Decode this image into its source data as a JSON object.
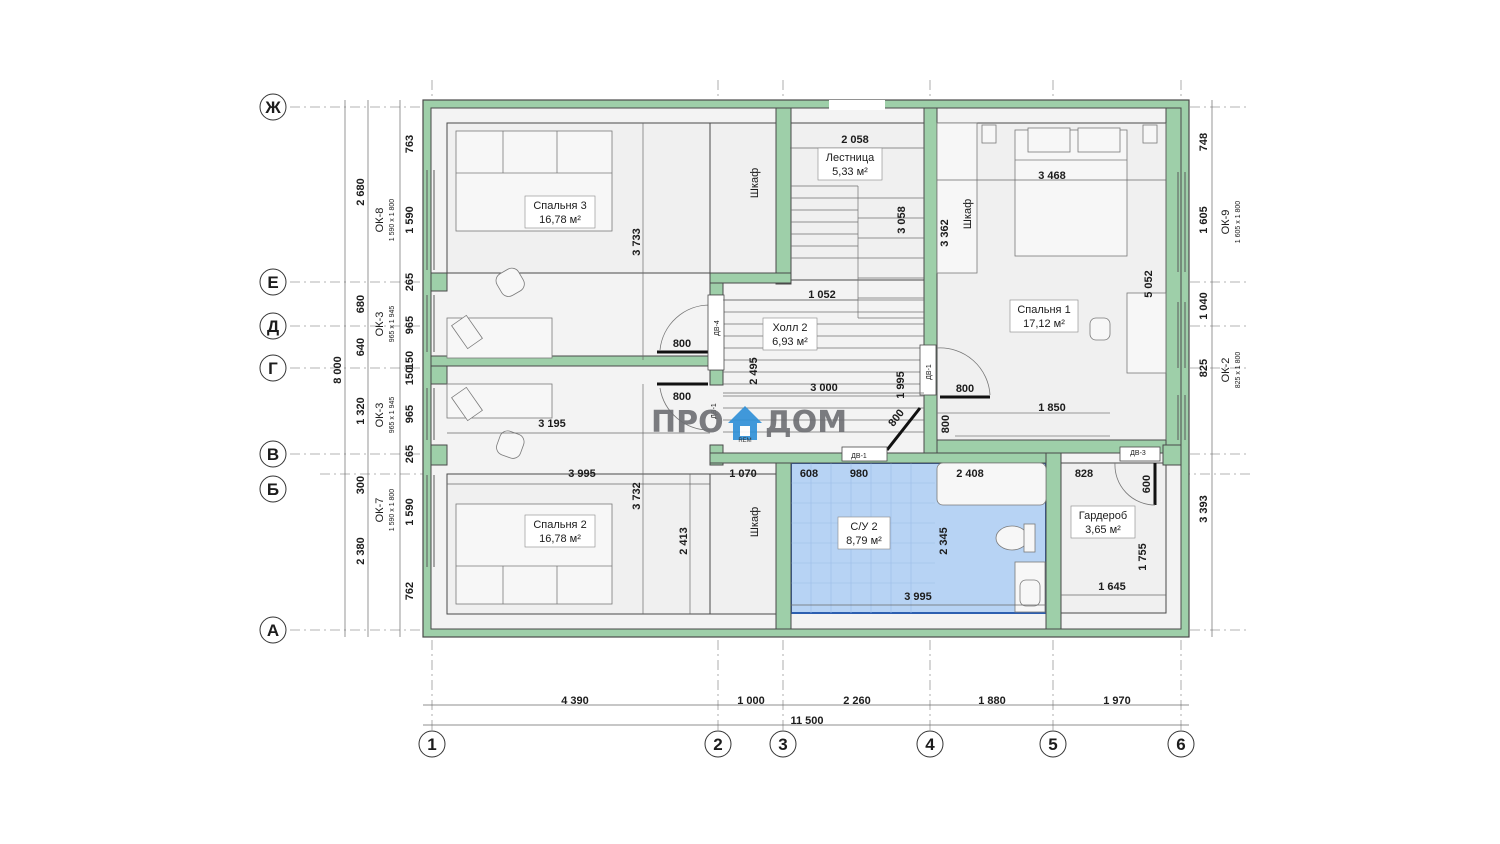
{
  "axes": {
    "rows": [
      "Ж",
      "Е",
      "Д",
      "Г",
      "В",
      "Б",
      "А"
    ],
    "cols": [
      "1",
      "2",
      "3",
      "4",
      "5",
      "6"
    ]
  },
  "rooms": {
    "bedroom3": {
      "name": "Спальня 3",
      "area": "16,78 м²"
    },
    "stairs": {
      "name": "Лестница",
      "area": "5,33 м²"
    },
    "hall2": {
      "name": "Холл 2",
      "area": "6,93 м²"
    },
    "bedroom1": {
      "name": "Спальня 1",
      "area": "17,12 м²"
    },
    "bedroom2": {
      "name": "Спальня 2",
      "area": "16,78 м²"
    },
    "bath2": {
      "name": "С/У 2",
      "area": "8,79 м²"
    },
    "wardrobe": {
      "name": "Гардероб",
      "area": "3,65 м²"
    },
    "closet": "Шкаф"
  },
  "doors": {
    "dv1": "ДВ-1",
    "dv3": "ДВ-3",
    "dv4": "ДВ-4"
  },
  "windows": {
    "ok8": {
      "name": "ОК-8",
      "size": "1 590 x 1 800"
    },
    "ok3": {
      "name": "ОК-3",
      "size": "965 x 1 945"
    },
    "ok7": {
      "name": "ОК-7",
      "size": "1 590 x 1 800"
    },
    "ok9": {
      "name": "ОК-9",
      "size": "1 605 x 1 800"
    },
    "ok2": {
      "name": "ОК-2",
      "size": "825 x 1 800"
    }
  },
  "dims": {
    "left_total": "8 000",
    "left_outer": [
      "2 680",
      "680",
      "640",
      "1 320",
      "300",
      "2 380"
    ],
    "left_inner": [
      "763",
      "1 590",
      "265",
      "965",
      "150",
      "150",
      "965",
      "265",
      "1 590",
      "762"
    ],
    "right_inner": [
      "748",
      "1 605",
      "1 040",
      "825",
      "3 393"
    ],
    "bottom_segments": [
      "4 390",
      "1 000",
      "2 260",
      "1 880",
      "1 970"
    ],
    "bottom_total": "11 500",
    "stairs_width": "2 058",
    "stairs_height": "3 058",
    "bedroom1_width": "3 468",
    "bedroom1_closet": "3 362",
    "bedroom1_height": "5 052",
    "bedroom3_height": "3 733",
    "hall_width": "1 052",
    "hall_height": "2 495",
    "hall_length": "3 000",
    "hall_right": "1 995",
    "bedroom3_width": "3 195",
    "bedroom2_width": "3 995",
    "bedroom2_height": "3 732",
    "bedroom2_closet": "2 413",
    "closet_width": "1 070",
    "bath_a": "608",
    "bath_b": "980",
    "bath_c": "2 408",
    "bath_width": "3 995",
    "bath_height": "2 345",
    "wardrobe_a": "828",
    "wardrobe_b": "1 645",
    "wardrobe_c": "1 755",
    "bed1_b": "1 850",
    "door800": "800",
    "door600": "600"
  },
  "watermark": {
    "left": "ПРО",
    "right": "ДОМ",
    "sub": "REM"
  },
  "colors": {
    "wall": "#9ecfa9",
    "bath": "#b7d3f4",
    "room": "#f2f2f2"
  }
}
